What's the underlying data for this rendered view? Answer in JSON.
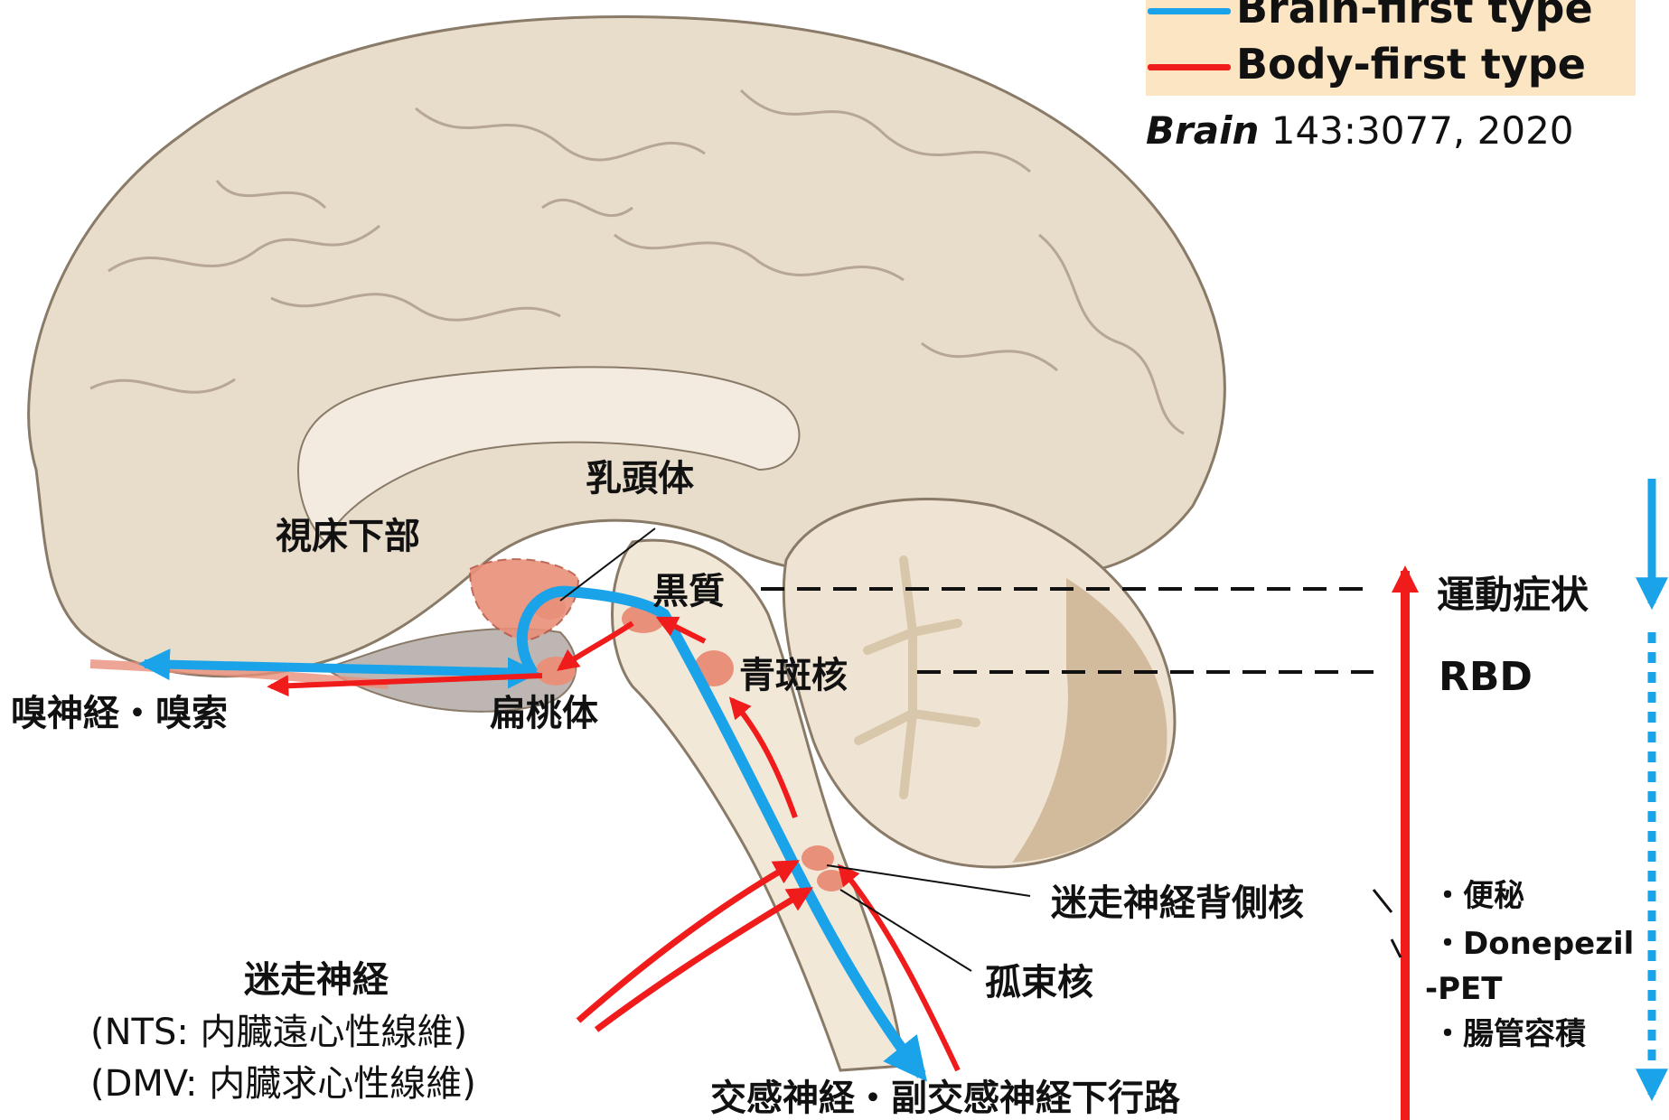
{
  "legend": {
    "brain_first_label": "Brain-first type",
    "body_first_label": "Body-first type",
    "brain_first_color": "#1aa3e8",
    "body_first_color": "#f01b1b",
    "background": "#fbe5c2"
  },
  "citation": {
    "journal": "Brain",
    "details": "143:3077, 2020"
  },
  "labels": {
    "mammillary_body": "乳頭体",
    "hypothalamus": "視床下部",
    "substantia_nigra": "黒質",
    "locus_coeruleus": "青斑核",
    "amygdala": "扁桃体",
    "olfactory": "嗅神経・嗅索",
    "dmv": "迷走神経背側核",
    "nts": "孤束核",
    "vagus_title": "迷走神経",
    "vagus_nts": "(NTS: 内臓遠心性線維)",
    "vagus_dmv": "(DMV: 内臓求心性線維)",
    "descending": "交感神経・副交感神経下行路"
  },
  "stages": {
    "motor": "運動症状",
    "rbd": "RBD",
    "constipation": "・便秘",
    "donepezil": "・Donepezil",
    "pet": "-PET",
    "gut_volume": "・腸管容積"
  },
  "colors": {
    "brain_tissue": "#e8dccb",
    "brain_outline": "#8a7a68",
    "cerebellum": "#d9c3a6",
    "lesion": "#e9907a"
  }
}
